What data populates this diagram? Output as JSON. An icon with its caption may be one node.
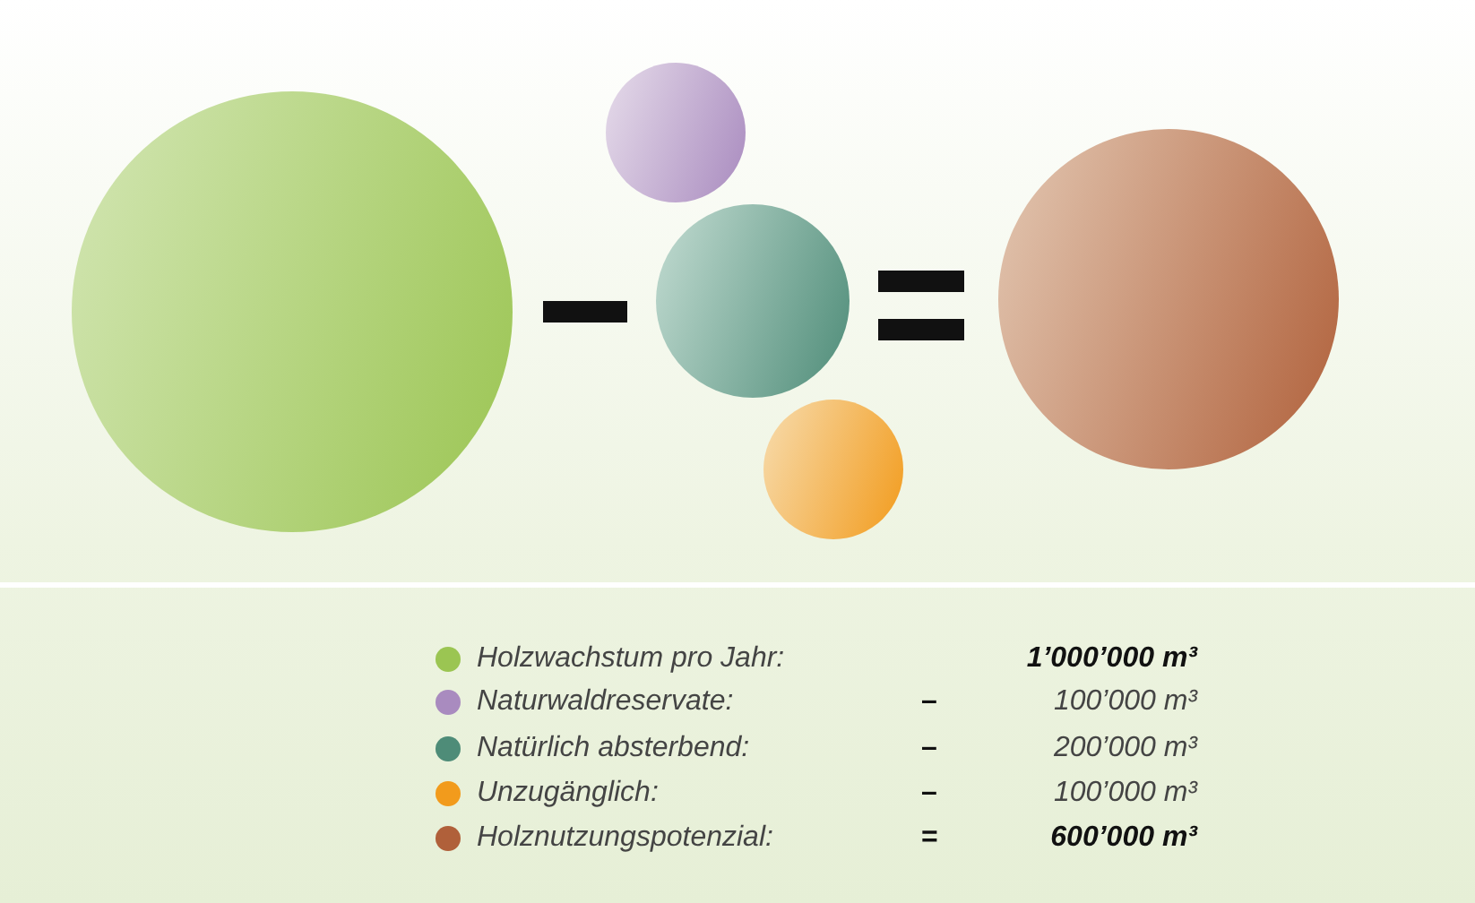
{
  "diagram": {
    "nodes": [
      {
        "text": [],
        "shape": "circle"
      },
      {
        "text": [],
        "shape": "circle"
      },
      {
        "text": [],
        "shape": "circle"
      },
      {
        "text": [],
        "shape": "circle"
      },
      {
        "text": [],
        "shape": "circle"
      }
    ],
    "labels": [
      "1’000’000 m³",
      "–",
      "100’000 m³",
      "–",
      "200’000 m³",
      "–",
      "100’000 m³",
      "=",
      "600’000 m³"
    ],
    "legend": [
      {
        "text": "Holzwachstum pro Jahr:",
        "color": "#9bc552"
      },
      {
        "text": "Naturwaldreservate:",
        "color": "#a98bbf"
      },
      {
        "text": "Natürlich absterbend:",
        "color": "#4e8c78"
      },
      {
        "text": "Unzugänglich:",
        "color": "#f29b1c"
      },
      {
        "text": "Holznutzungspotenzial:",
        "color": "#b0603a"
      }
    ]
  }
}
